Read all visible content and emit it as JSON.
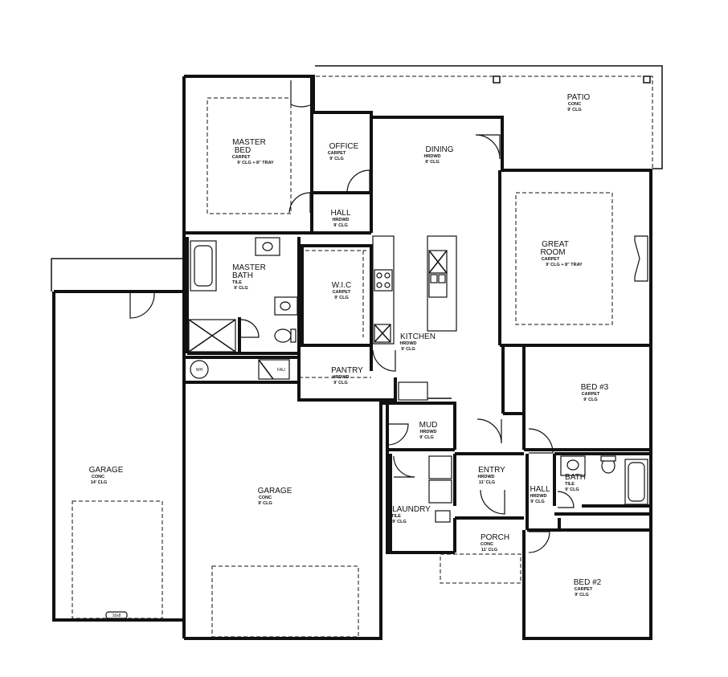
{
  "rooms": {
    "patio": {
      "name": "PATIO",
      "sub": [
        "CONC",
        "9' CLG"
      ]
    },
    "master_bed": {
      "name": [
        "MASTER",
        "BED"
      ],
      "sub": [
        "CARPET",
        "9' CLG + 8\" TRAY"
      ]
    },
    "office": {
      "name": "OFFICE",
      "sub": [
        "CARPET",
        "9' CLG"
      ]
    },
    "dining": {
      "name": "DINING",
      "sub": [
        "HRDWD",
        "9' CLG"
      ]
    },
    "hall_main": {
      "name": "HALL",
      "sub": [
        "HRDWD",
        "9' CLG"
      ]
    },
    "great_room": {
      "name": [
        "GREAT",
        "ROOM"
      ],
      "sub": [
        "CARPET",
        "9' CLG + 8\" TRAY"
      ]
    },
    "master_bath": {
      "name": [
        "MASTER",
        "BATH"
      ],
      "sub": [
        "TILE",
        "9' CLG"
      ]
    },
    "wic": {
      "name": "W.I.C",
      "sub": [
        "CARPET",
        "9' CLG"
      ]
    },
    "kitchen": {
      "name": "KITCHEN",
      "sub": [
        "HRDWD",
        "9' CLG"
      ]
    },
    "pantry": {
      "name": "PANTRY",
      "sub": [
        "HRDWD",
        "9' CLG"
      ]
    },
    "bed3": {
      "name": "BED #3",
      "sub": [
        "CARPET",
        "9' CLG"
      ]
    },
    "mud": {
      "name": "MUD",
      "sub": [
        "HRDWD",
        "9' CLG"
      ]
    },
    "garage_left": {
      "name": "GARAGE",
      "sub": [
        "CONC",
        "14' CLG"
      ]
    },
    "garage_main": {
      "name": "GARAGE",
      "sub": [
        "CONC",
        "9' CLG"
      ]
    },
    "entry": {
      "name": "ENTRY",
      "sub": [
        "HRDWD",
        "11' CLG"
      ]
    },
    "hall_bed": {
      "name": "HALL",
      "sub": [
        "HRDWD",
        "9' CLG"
      ]
    },
    "bath": {
      "name": "BATH",
      "sub": [
        "TILE",
        "9' CLG"
      ]
    },
    "laundry": {
      "name": "LAUNDRY",
      "sub": [
        "TILE",
        "9' CLG"
      ]
    },
    "porch": {
      "name": "PORCH",
      "sub": [
        "CONC",
        "11' CLG"
      ]
    },
    "bed2": {
      "name": "BED #2",
      "sub": [
        "CARPET",
        "9' CLG"
      ]
    }
  },
  "fixtures": {
    "water_heater": "WH",
    "furnace": "FAU",
    "garage_door_tag": "16x8"
  }
}
